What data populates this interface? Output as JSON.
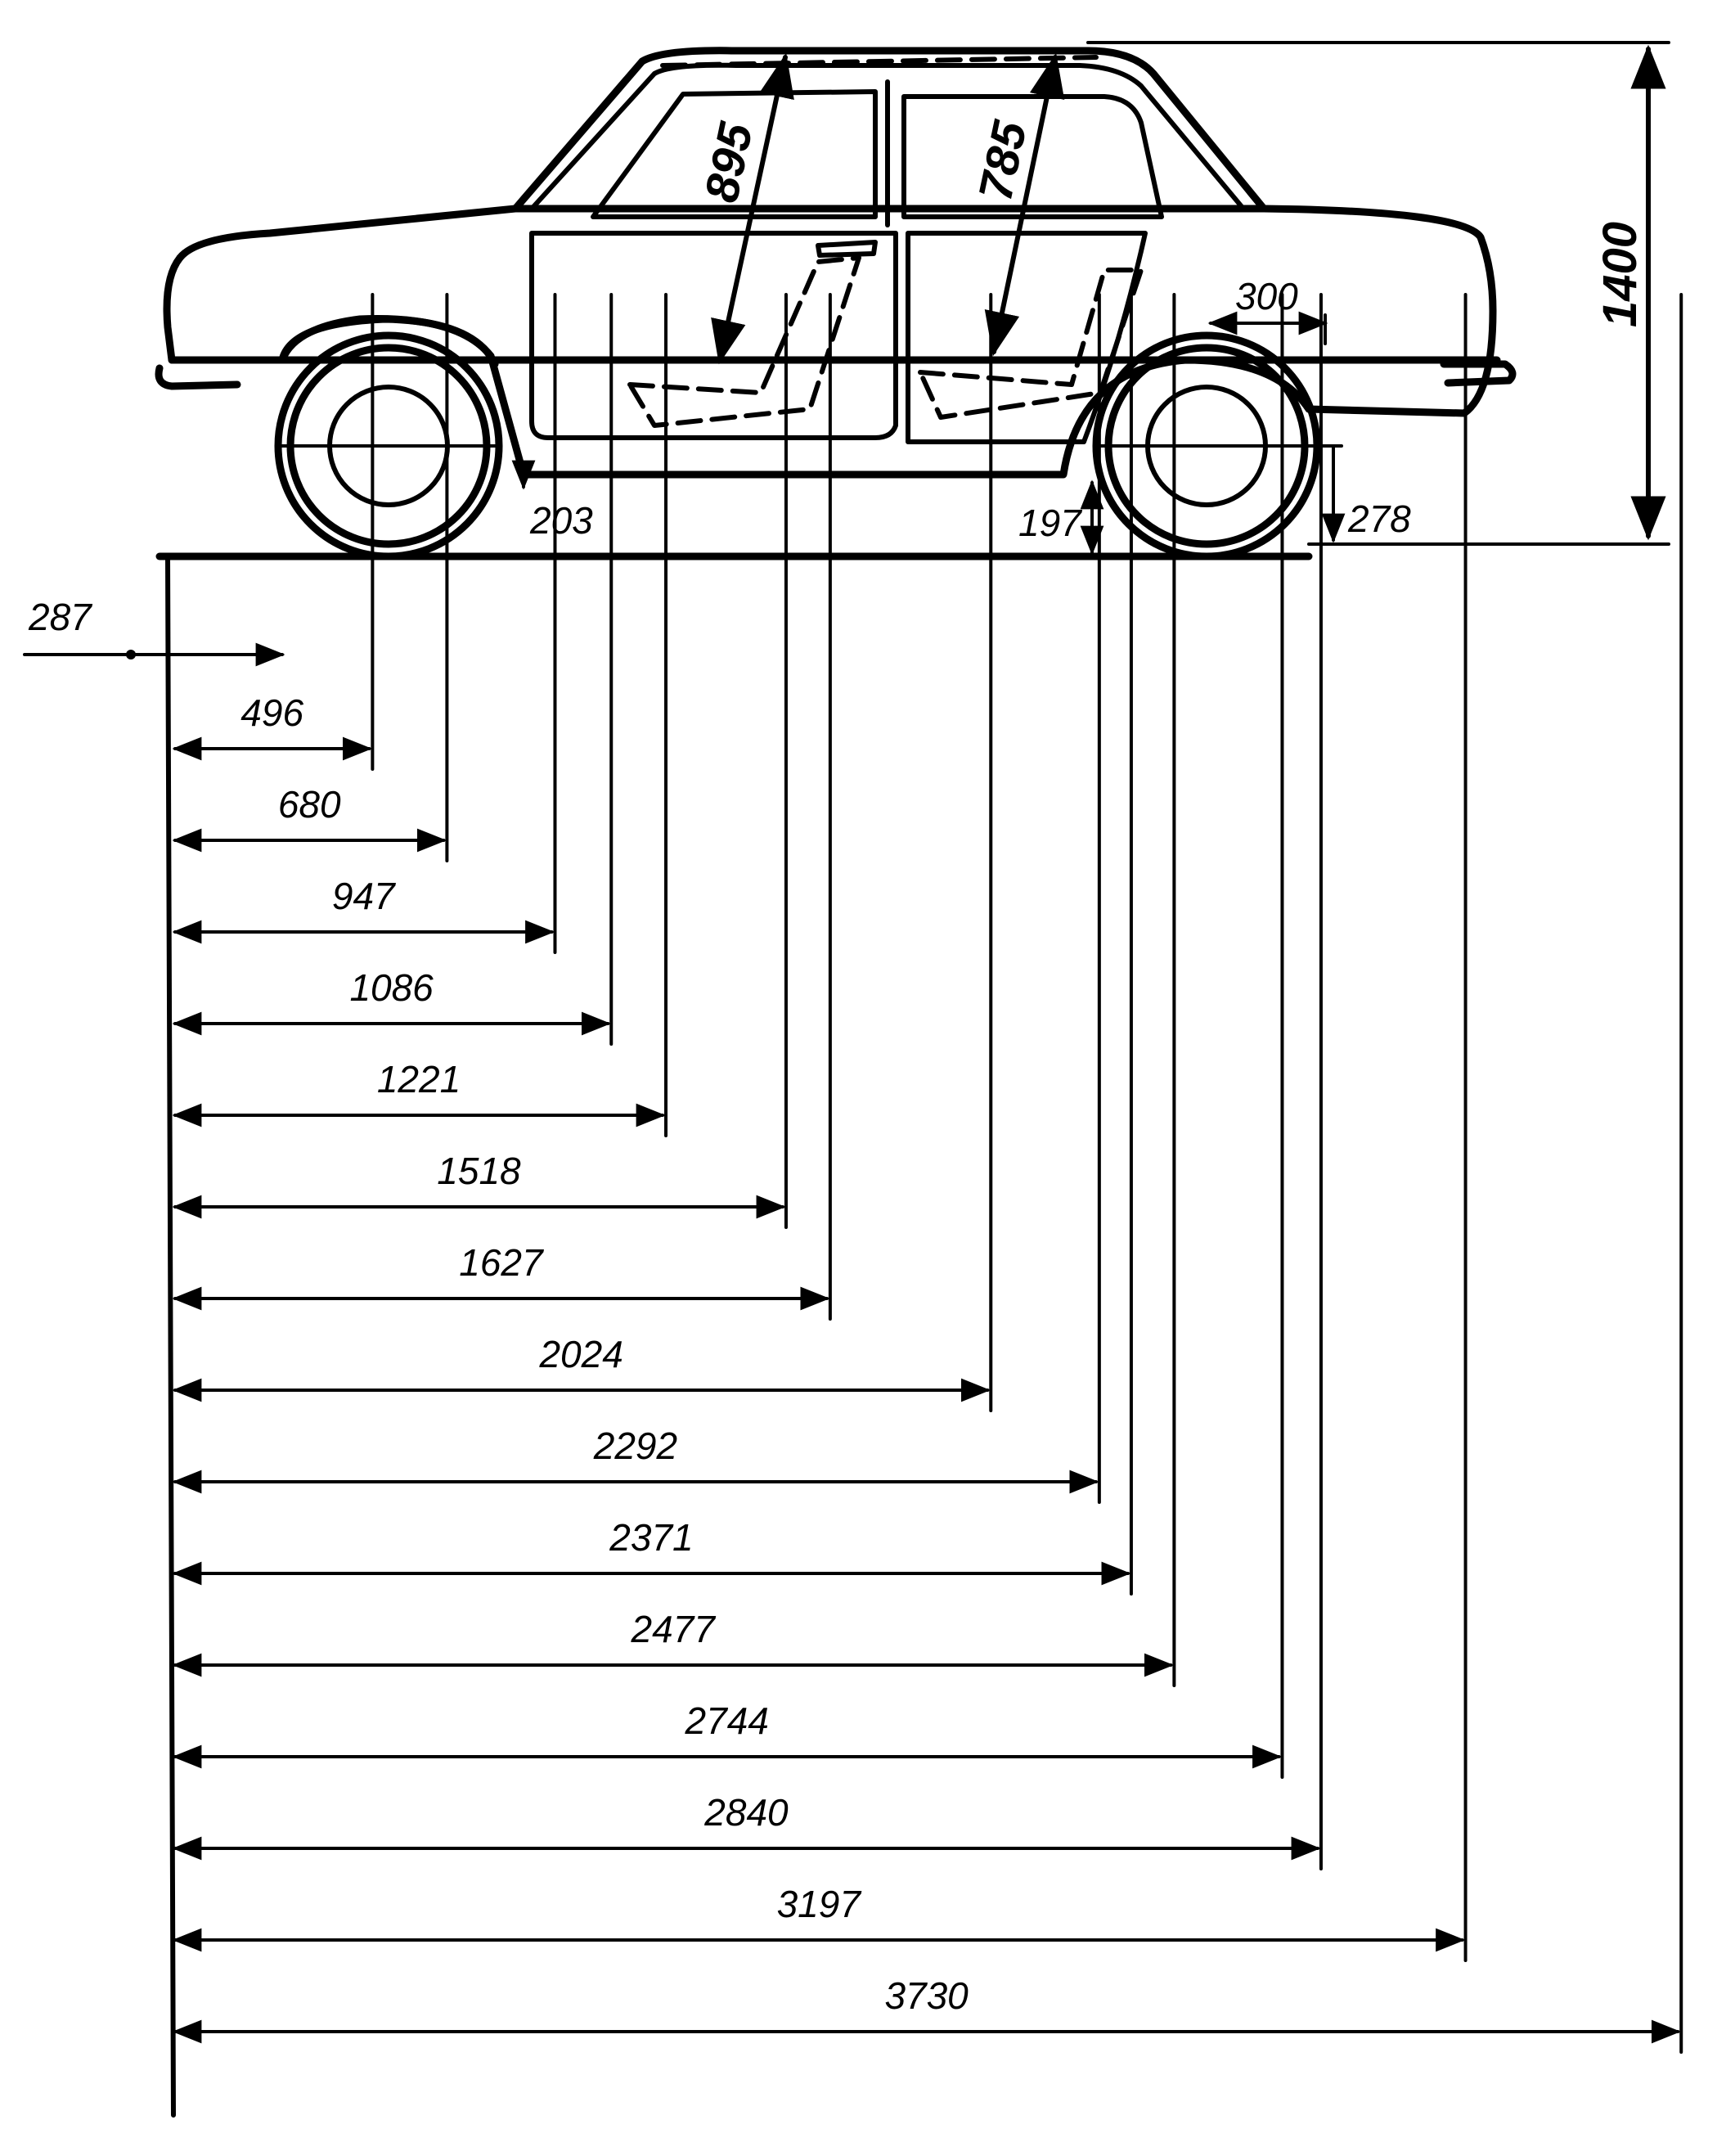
{
  "dimensions": {
    "overall_height": "1400",
    "front_seat_headroom": "895",
    "rear_seat_headroom": "785",
    "rear_offset": "300",
    "front_clearance": "203",
    "mid_clearance": "197",
    "rear_clearance": "278",
    "front_overhang_marker": "287",
    "longitudinal": [
      {
        "label": "496",
        "value_mm": 496
      },
      {
        "label": "680",
        "value_mm": 680
      },
      {
        "label": "947",
        "value_mm": 947
      },
      {
        "label": "1086",
        "value_mm": 1086
      },
      {
        "label": "1221",
        "value_mm": 1221
      },
      {
        "label": "1518",
        "value_mm": 1518
      },
      {
        "label": "1627",
        "value_mm": 1627
      },
      {
        "label": "2024",
        "value_mm": 2024
      },
      {
        "label": "2292",
        "value_mm": 2292
      },
      {
        "label": "2371",
        "value_mm": 2371
      },
      {
        "label": "2477",
        "value_mm": 2477
      },
      {
        "label": "2744",
        "value_mm": 2744
      },
      {
        "label": "2840",
        "value_mm": 2840
      },
      {
        "label": "3197",
        "value_mm": 3197
      },
      {
        "label": "3730",
        "value_mm": 3730
      }
    ]
  }
}
